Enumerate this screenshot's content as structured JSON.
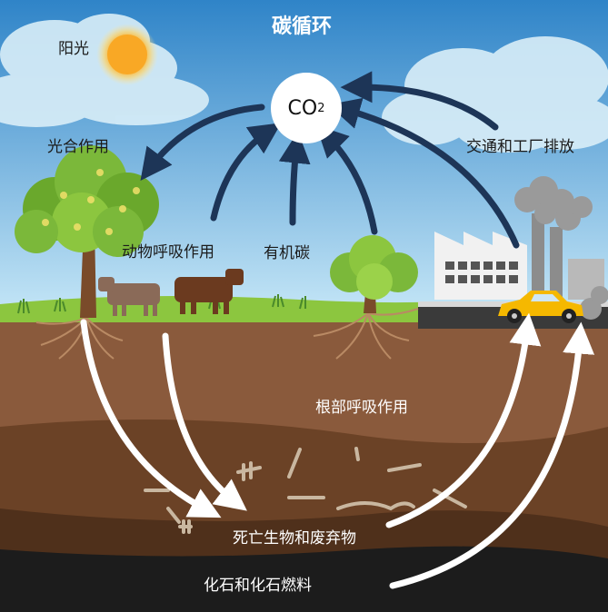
{
  "title": "碳循环",
  "co2": {
    "main": "CO",
    "sub": "2"
  },
  "labels": {
    "sunlight": "阳光",
    "photosynthesis": "光合作用",
    "emissions": "交通和工厂排放",
    "animal_respiration": "动物呼吸作用",
    "organic_carbon": "有机碳",
    "root_respiration": "根部呼吸作用",
    "dead_organisms": "死亡生物和废弃物",
    "fossil_fuels": "化石和化石燃料"
  },
  "colors": {
    "sky_top": "#2f84c8",
    "sky_bottom": "#bfe3f5",
    "grass": "#8cc63f",
    "soil_top": "#8a5a3c",
    "soil_mid": "#6b4226",
    "soil_deep": "#4a2c19",
    "bedrock": "#1c1c1c",
    "arrow_dark": "#1d3557",
    "arrow_light": "#ffffff",
    "sun": "#f9b233",
    "car": "#f5b800"
  }
}
